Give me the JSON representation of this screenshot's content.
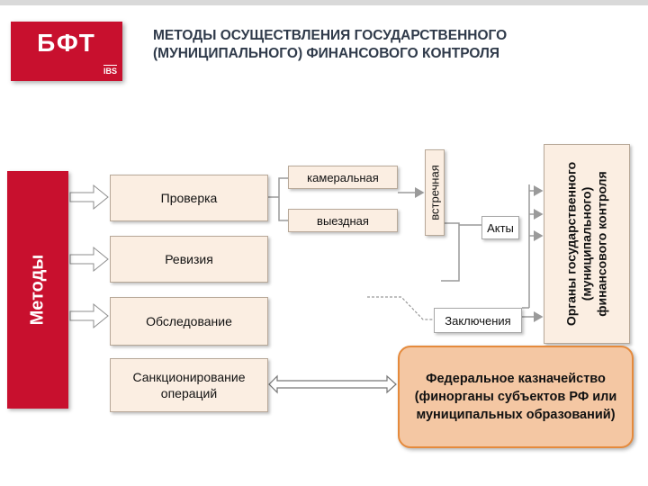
{
  "logo": {
    "text": "БФТ",
    "sub": "IBS"
  },
  "title": "Методы осуществления государственного (муниципального) финансового контроля",
  "methods_label": "Методы",
  "method_boxes": {
    "inspection": "Проверка",
    "revision": "Ревизия",
    "examination": "Обследование",
    "sanction": "Санкционирование операций"
  },
  "inspection_types": {
    "desk": "камеральная",
    "field": "выездная",
    "counter": "встречная"
  },
  "results": {
    "acts": "Акты",
    "conclusions": "Заключения"
  },
  "organs": "Органы государственного (муниципального) финансового контроля",
  "treasury": "Федеральное казначейство (финорганы субъектов РФ или муниципальных образований)"
}
